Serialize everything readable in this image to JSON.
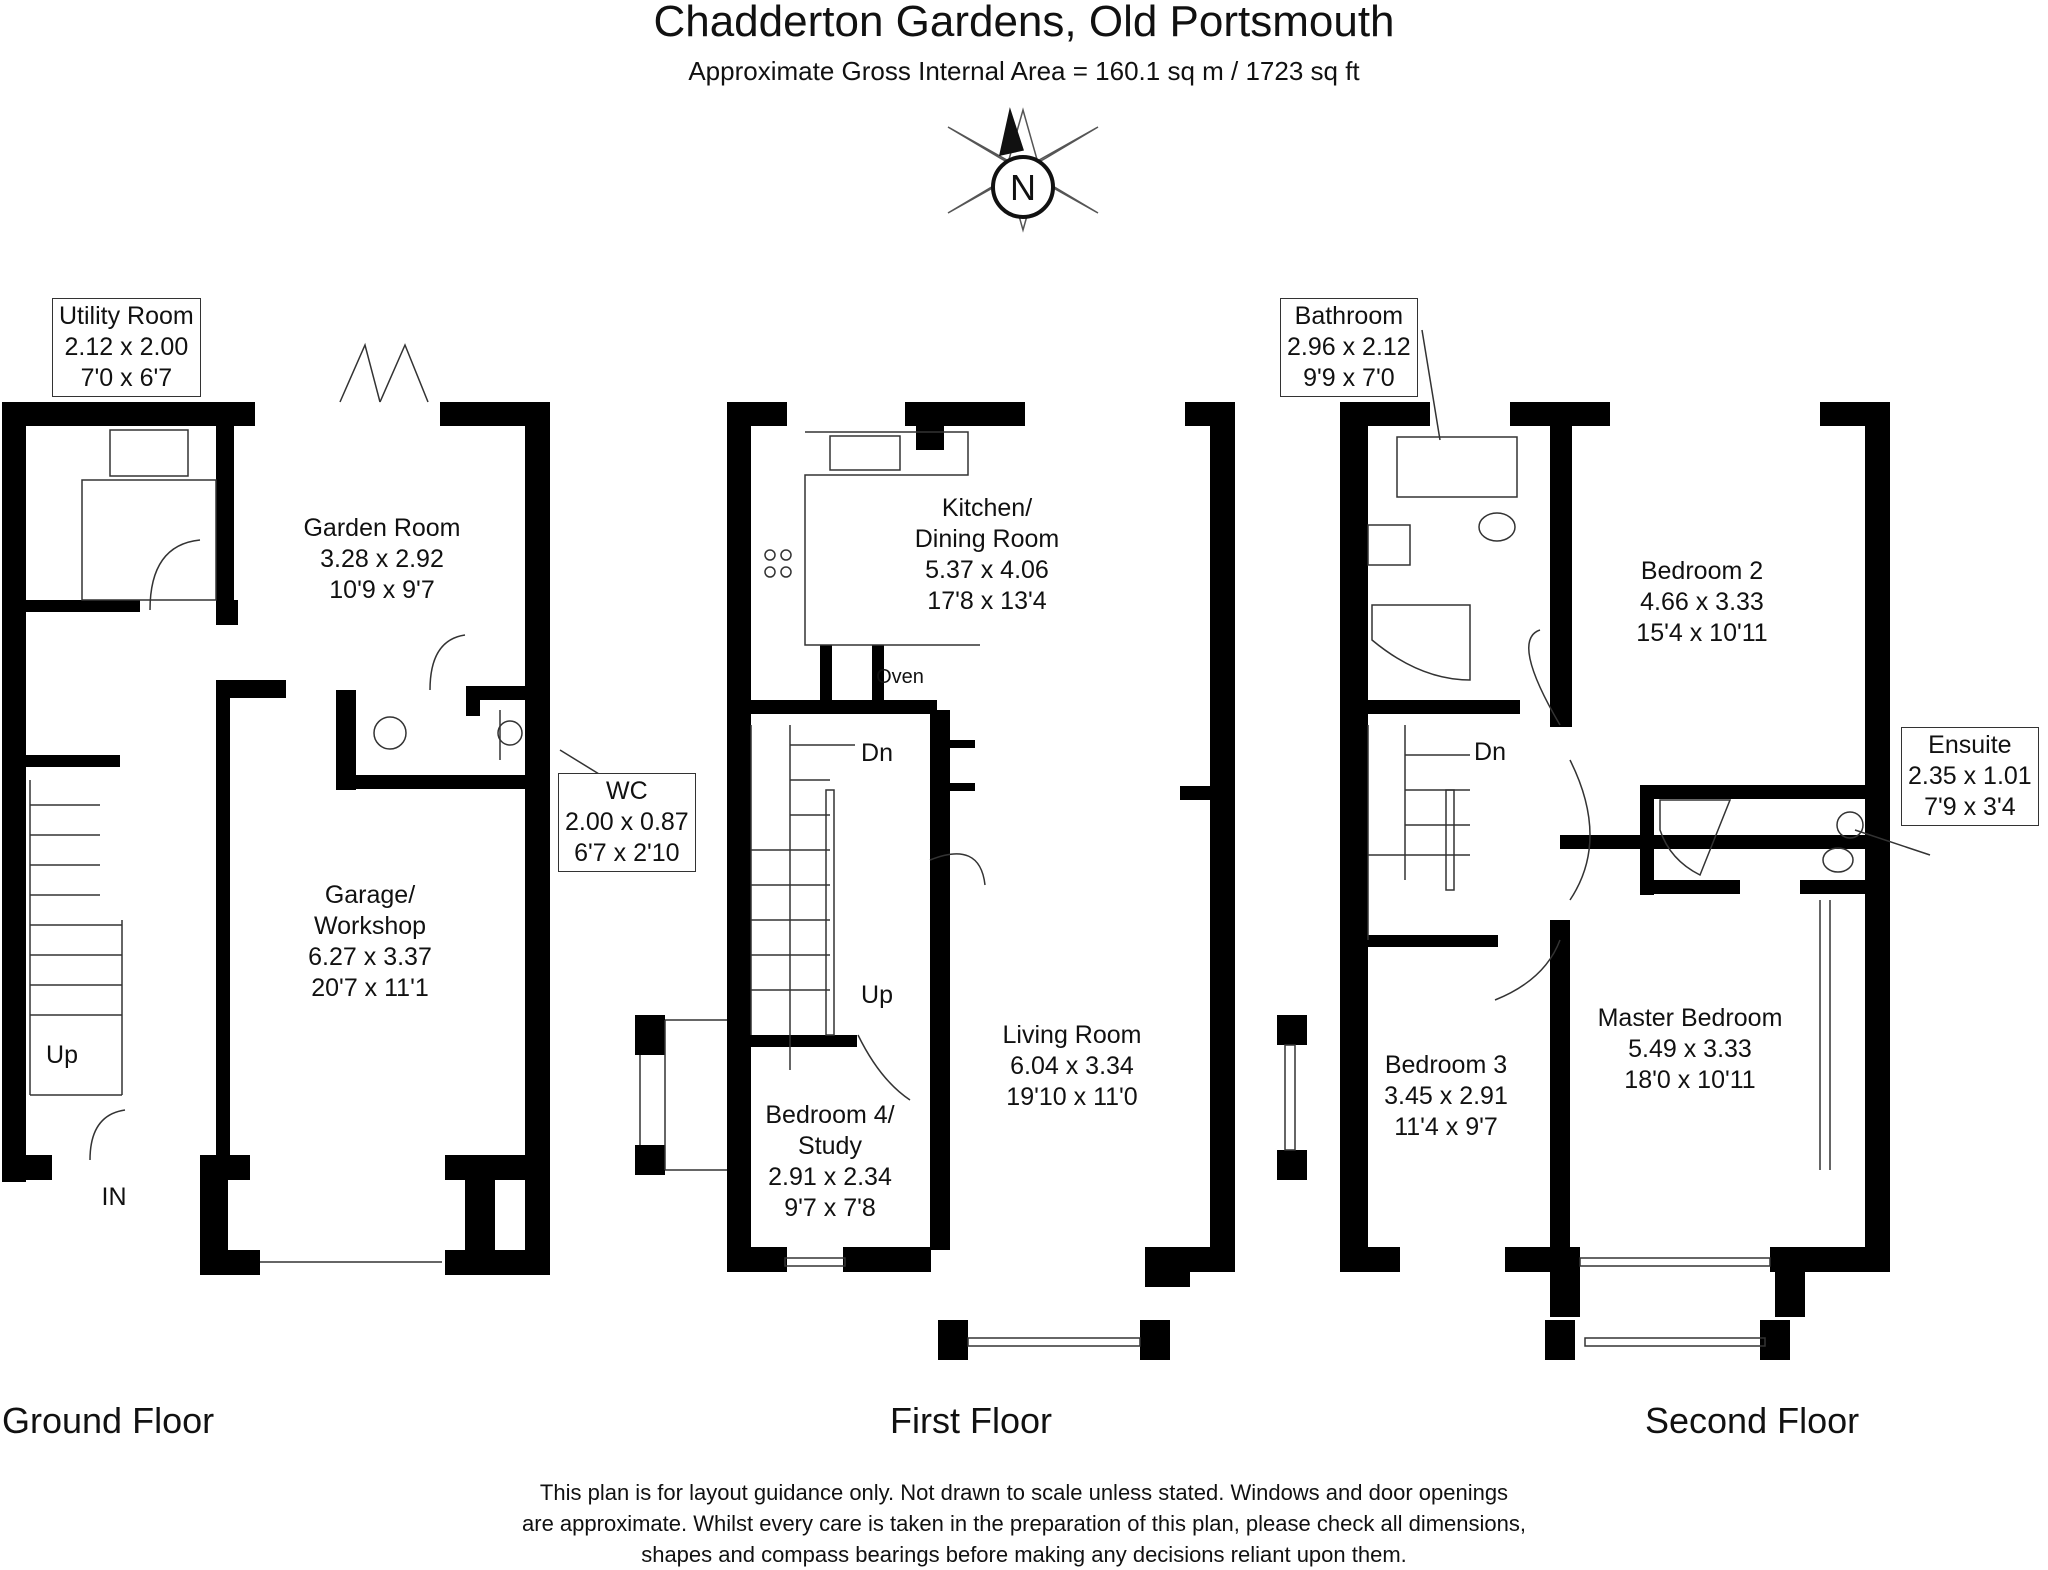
{
  "header": {
    "title": "Chadderton Gardens, Old Portsmouth",
    "subtitle": "Approximate Gross Internal Area = 160.1 sq m / 1723 sq ft"
  },
  "compass": {
    "letter": "N"
  },
  "floors": {
    "ground": {
      "label": "Ground Floor",
      "rooms": {
        "utility": {
          "name": "Utility Room",
          "metric": "2.12 x 2.00",
          "imperial": "7'0 x 6'7"
        },
        "garden_room": {
          "name": "Garden Room",
          "metric": "3.28 x 2.92",
          "imperial": "10'9 x 9'7"
        },
        "wc": {
          "name": "WC",
          "metric": "2.00 x 0.87",
          "imperial": "6'7 x 2'10"
        },
        "garage": {
          "name1": "Garage/",
          "name2": "Workshop",
          "metric": "6.27 x 3.37",
          "imperial": "20'7 x 11'1"
        }
      },
      "stair_label": "Up",
      "entrance_label": "IN"
    },
    "first": {
      "label": "First Floor",
      "rooms": {
        "kitchen": {
          "name1": "Kitchen/",
          "name2": "Dining Room",
          "metric": "5.37 x 4.06",
          "imperial": "17'8 x 13'4"
        },
        "living": {
          "name": "Living Room",
          "metric": "6.04 x 3.34",
          "imperial": "19'10 x 11'0"
        },
        "bedroom4": {
          "name1": "Bedroom 4/",
          "name2": "Study",
          "metric": "2.91 x 2.34",
          "imperial": "9'7 x 7'8"
        }
      },
      "oven_label": "Oven",
      "stair_down": "Dn",
      "stair_up": "Up"
    },
    "second": {
      "label": "Second Floor",
      "rooms": {
        "bathroom": {
          "name": "Bathroom",
          "metric": "2.96 x 2.12",
          "imperial": "9'9 x 7'0"
        },
        "bedroom2": {
          "name": "Bedroom 2",
          "metric": "4.66 x 3.33",
          "imperial": "15'4 x 10'11"
        },
        "ensuite": {
          "name": "Ensuite",
          "metric": "2.35 x 1.01",
          "imperial": "7'9 x 3'4"
        },
        "bedroom3": {
          "name": "Bedroom 3",
          "metric": "3.45 x 2.91",
          "imperial": "11'4 x 9'7"
        },
        "master": {
          "name": "Master Bedroom",
          "metric": "5.49 x 3.33",
          "imperial": "18'0 x 10'11"
        }
      },
      "stair_down": "Dn"
    }
  },
  "disclaimer": {
    "line1": "This plan is for layout guidance only. Not drawn to scale unless stated. Windows and door openings",
    "line2": "are approximate. Whilst every care is taken in the preparation of this plan, please check all dimensions,",
    "line3": "shapes and compass bearings before making any decisions reliant upon them."
  }
}
